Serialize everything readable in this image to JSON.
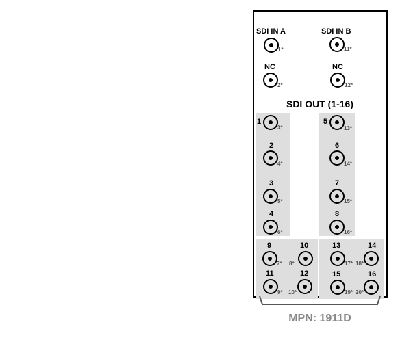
{
  "inputs": {
    "sdi_in_a": {
      "label": "SDI IN A",
      "num": "1*"
    },
    "sdi_in_b": {
      "label": "SDI IN B",
      "num": "11*"
    },
    "nc_left": {
      "label": "NC",
      "num": "2*"
    },
    "nc_right": {
      "label": "NC",
      "num": "12*"
    }
  },
  "outputs_title": "SDI OUT (1-16)",
  "outputs": [
    {
      "label": "1",
      "num": "3*"
    },
    {
      "label": "2",
      "num": "4*"
    },
    {
      "label": "3",
      "num": "5*"
    },
    {
      "label": "4",
      "num": "6*"
    },
    {
      "label": "5",
      "num": "13*"
    },
    {
      "label": "6",
      "num": "14*"
    },
    {
      "label": "7",
      "num": "15*"
    },
    {
      "label": "8",
      "num": "16*"
    },
    {
      "label": "9",
      "num": "7*"
    },
    {
      "label": "10",
      "num": "8*"
    },
    {
      "label": "11",
      "num": "9*"
    },
    {
      "label": "12",
      "num": "10*"
    },
    {
      "label": "13",
      "num": "17*"
    },
    {
      "label": "14",
      "num": "18*"
    },
    {
      "label": "15",
      "num": "19*"
    },
    {
      "label": "16",
      "num": "20*"
    }
  ],
  "mpn": "MPN: 1911D",
  "colors": {
    "shading": "#dedede",
    "mpn_text": "#888888",
    "sub_label": "#555555"
  }
}
